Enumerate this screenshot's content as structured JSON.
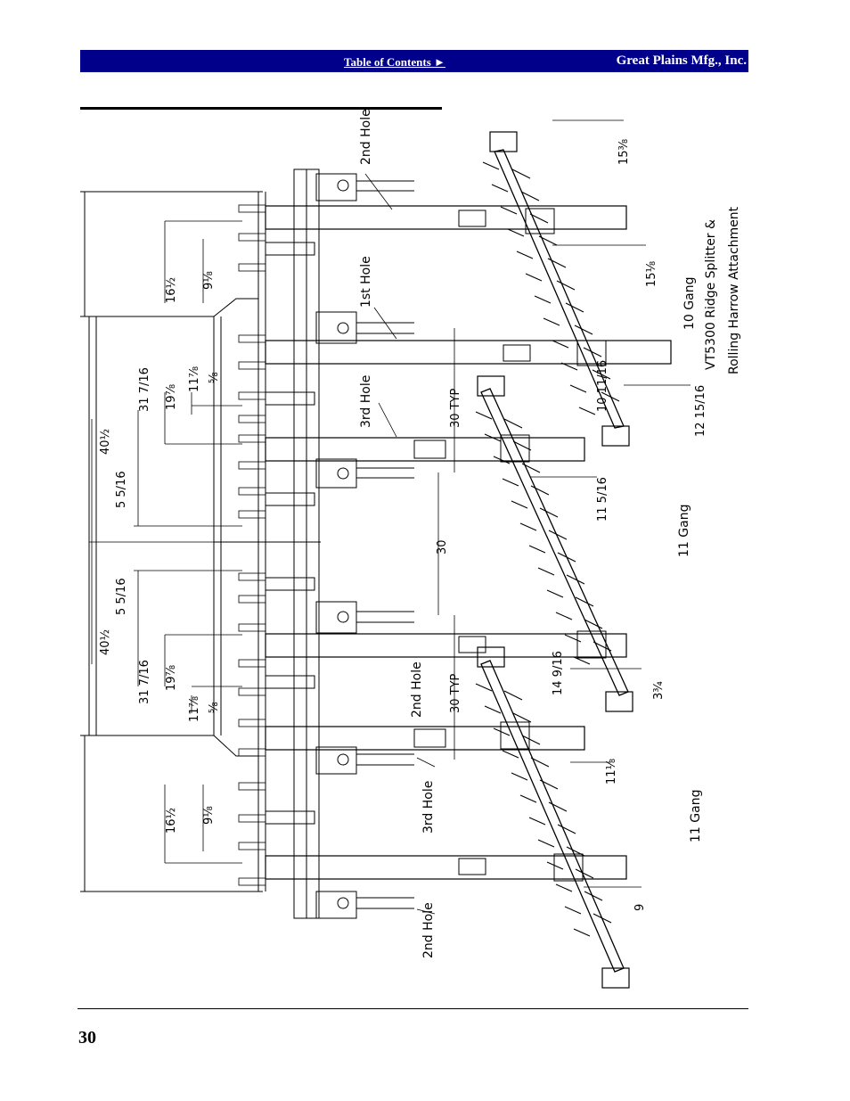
{
  "header": {
    "toc_link": "Table of Contents ►",
    "company": "Great Plains Mfg., Inc."
  },
  "page_number": "30",
  "figure": {
    "title_line1": "10 Gang",
    "title_line2": "VT5300 Ridge Splitter &",
    "title_line3": "Rolling Harrow Attachment",
    "gang_label_mid": "11 Gang",
    "gang_label_bottom": "11 Gang",
    "holes": {
      "top_2nd": "2nd Hole",
      "first": "1st Hole",
      "third_upper": "3rd Hole",
      "second_mid": "2nd Hole",
      "third_lower": "3rd Hole",
      "second_bottom": "2nd Hole"
    },
    "dims": {
      "d_16_1_2_top": "16½",
      "d_9_1_8_top": "9⅛",
      "d_31_7_16_top": "31 7/16",
      "d_19_7_8_top": "19⅞",
      "d_11_7_8_top": "11⅞",
      "d_5_8_top": "⅝",
      "d_40_1_2_top": "40½",
      "d_5_5_16_top": "5 5/16",
      "d_5_5_16_bot": "5 5/16",
      "d_40_1_2_bot": "40½",
      "d_31_7_16_bot": "31 7/16",
      "d_19_7_8_bot": "19⅞",
      "d_11_7_8_bot": "11⅞",
      "d_5_8_bot": "⅝",
      "d_16_1_2_bot": "16½",
      "d_9_1_8_bot": "9⅛",
      "d_30_typ_top": "30 TYP",
      "d_30_mid": "30",
      "d_30_typ_bot": "30 TYP",
      "d_15_3_8": "15⅜",
      "d_15_1_8": "15⅛",
      "d_10_11_16": "10 11/16",
      "d_12_15_16": "12 15/16",
      "d_11_5_16": "11 5/16",
      "d_14_9_16": "14 9/16",
      "d_3_3_4": "3¾",
      "d_11_1_8": "11⅛",
      "d_9": "9"
    }
  }
}
